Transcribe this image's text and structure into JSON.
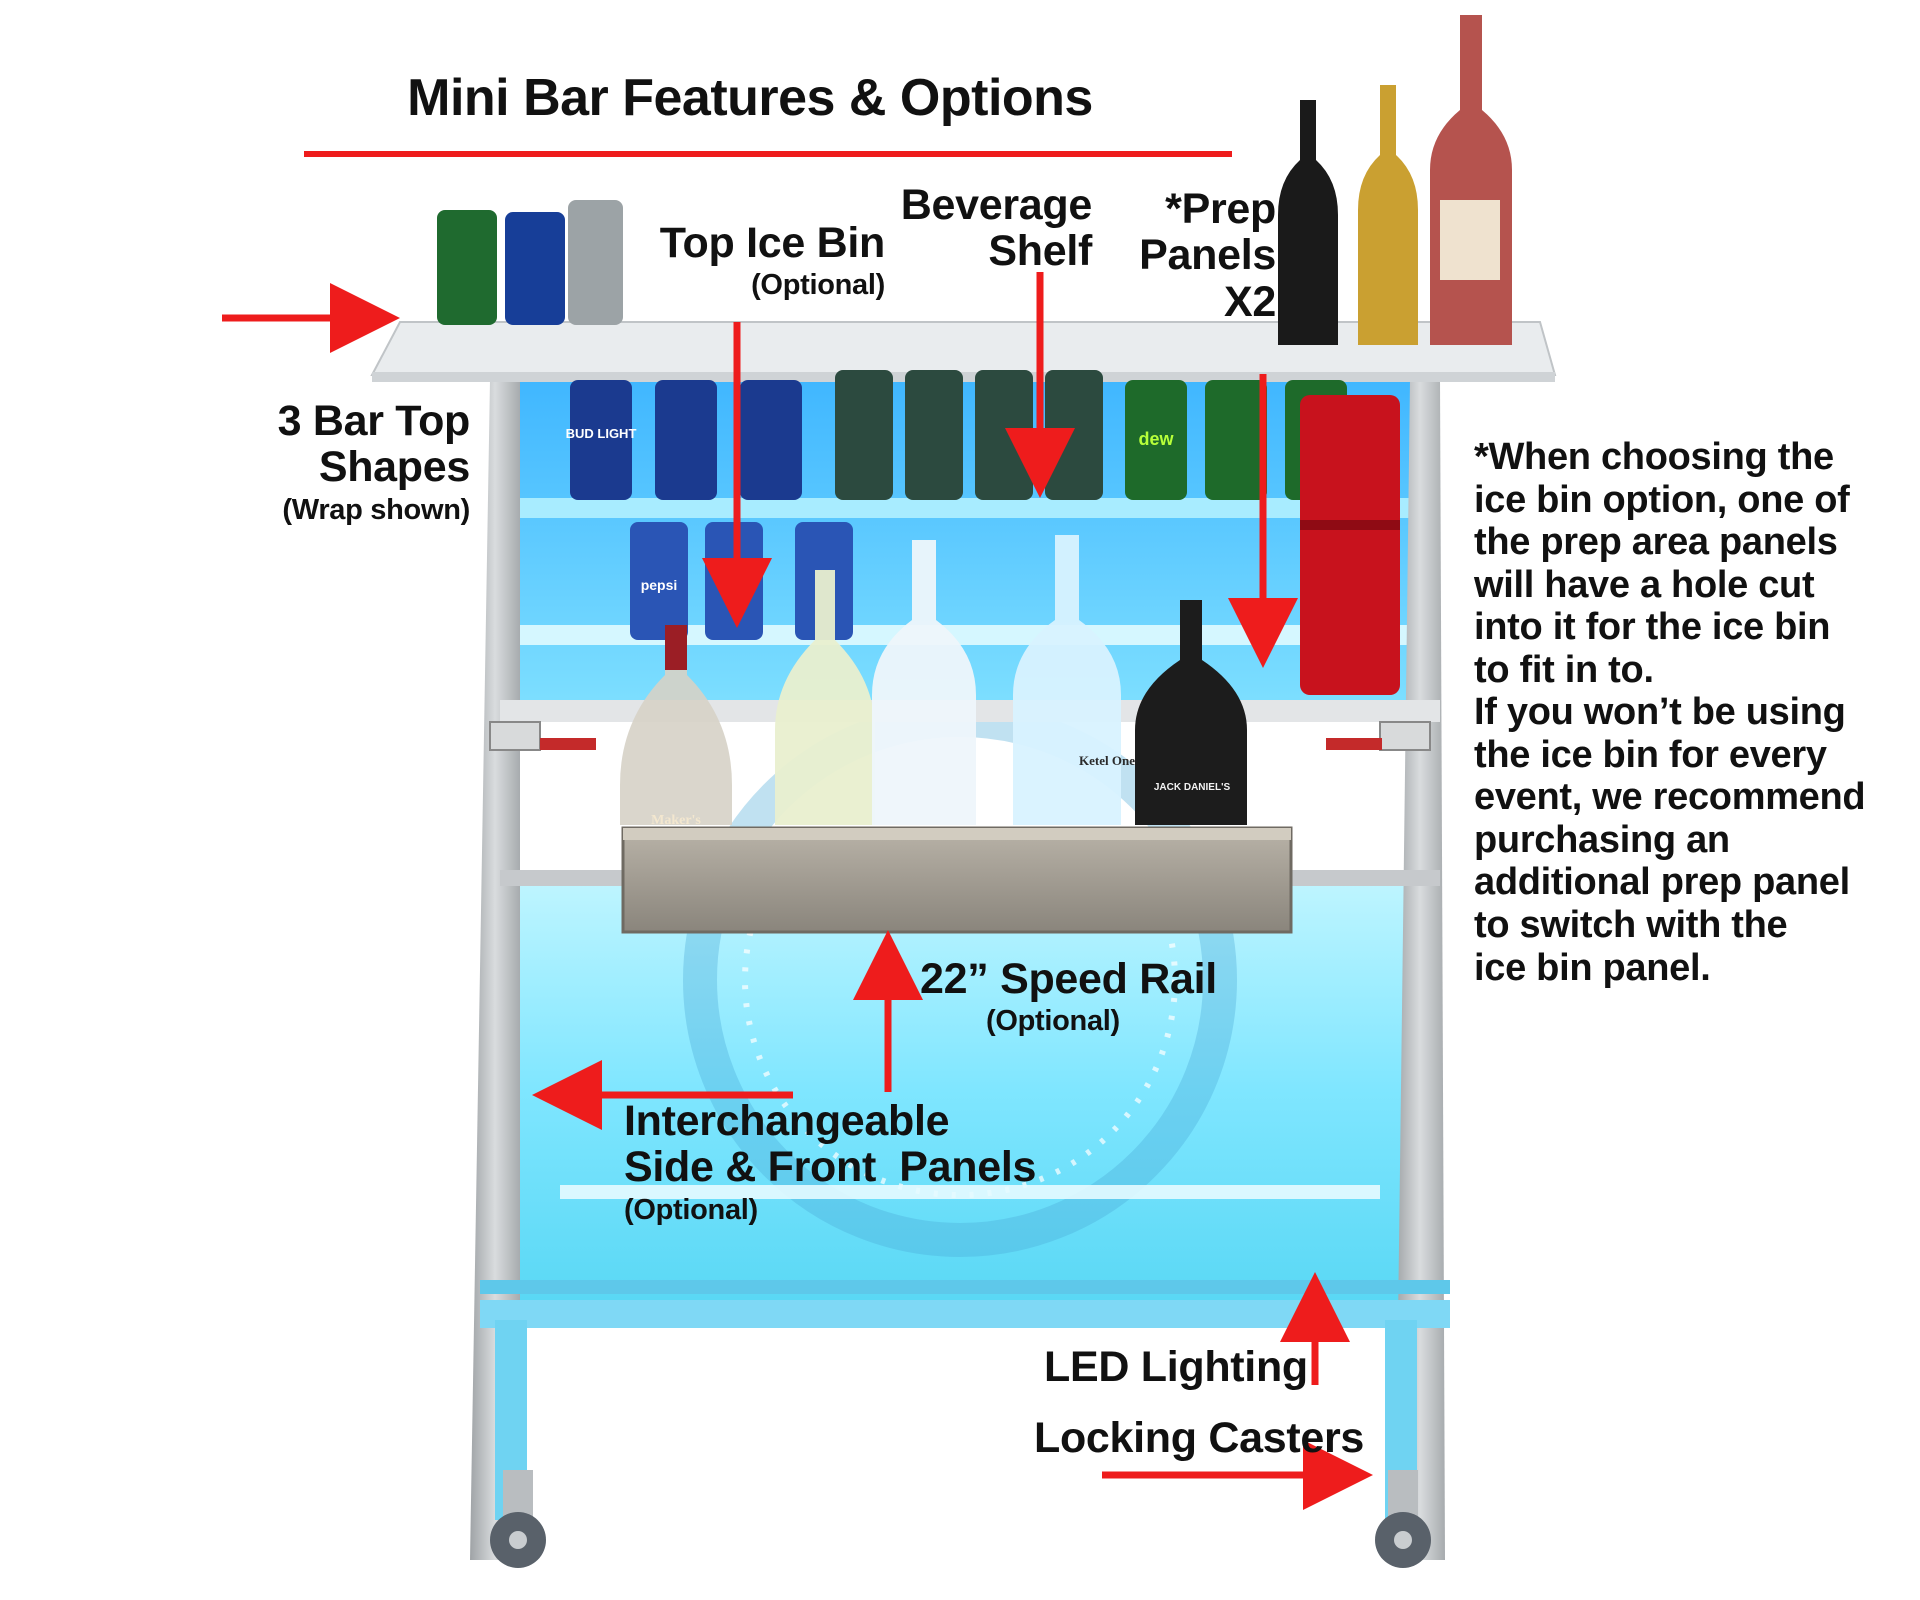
{
  "title": "Mini Bar Features & Options",
  "colors": {
    "accent_red": "#ee1c1c",
    "led_blue": "#6fe3ff",
    "frame_silver": "#c8ccd0"
  },
  "labels": {
    "bar_top": {
      "line1": "3 Bar Top",
      "line2": "Shapes",
      "sub": "(Wrap shown)"
    },
    "ice_bin": {
      "line1": "Top Ice Bin",
      "sub": "(Optional)"
    },
    "beverage_shelf": {
      "line1": "Beverage",
      "line2": "Shelf"
    },
    "prep_panels": {
      "line1": "*Prep",
      "line2": "Panels",
      "line3": "X2"
    },
    "speed_rail": {
      "line1": "22” Speed Rail",
      "sub": "(Optional)"
    },
    "panels": {
      "line1": "Interchangeable",
      "line2": "Side & Front  Panels",
      "sub": "(Optional)"
    },
    "led": {
      "line1": "LED Lighting"
    },
    "casters": {
      "line1": "Locking Casters"
    }
  },
  "note": [
    "*When choosing the",
    "ice bin option, one of",
    "the prep area panels",
    "will have a hole cut",
    "into it for the ice bin",
    "to fit in to.",
    "If you won’t be using",
    "the ice bin for every",
    "event, we recommend",
    "purchasing an",
    "additional prep panel",
    "to switch with the",
    "ice bin panel."
  ],
  "product_text": {
    "can_brand_a": "BUD LIGHT",
    "can_brand_b": "pepsi",
    "can_brand_c": "dew",
    "bottle_a": "Ketel One",
    "bottle_b": "JACK DANIEL'S",
    "bottle_c": "Maker's"
  }
}
